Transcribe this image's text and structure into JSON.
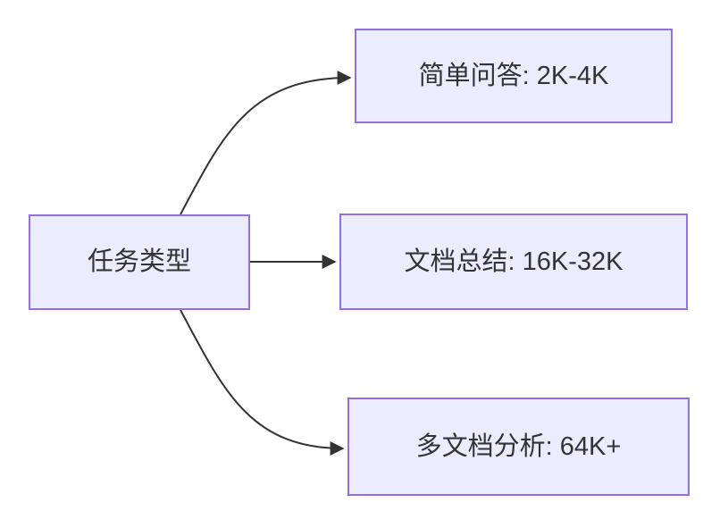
{
  "diagram": {
    "type": "flowchart",
    "direction": "left-to-right",
    "root": {
      "label": "任务类型"
    },
    "branches": [
      {
        "label": "简单问答: 2K-4K"
      },
      {
        "label": "文档总结: 16K-32K"
      },
      {
        "label": "多文档分析: 64K+"
      }
    ],
    "edges": [
      {
        "from": "任务类型",
        "to": "简单问答: 2K-4K"
      },
      {
        "from": "任务类型",
        "to": "文档总结: 16K-32K"
      },
      {
        "from": "任务类型",
        "to": "多文档分析: 64K+"
      }
    ],
    "colors": {
      "node_fill": "#ECECFF",
      "node_border": "#9370DB",
      "edge": "#333333",
      "text": "#333333",
      "background": "#FFFFFF"
    }
  }
}
